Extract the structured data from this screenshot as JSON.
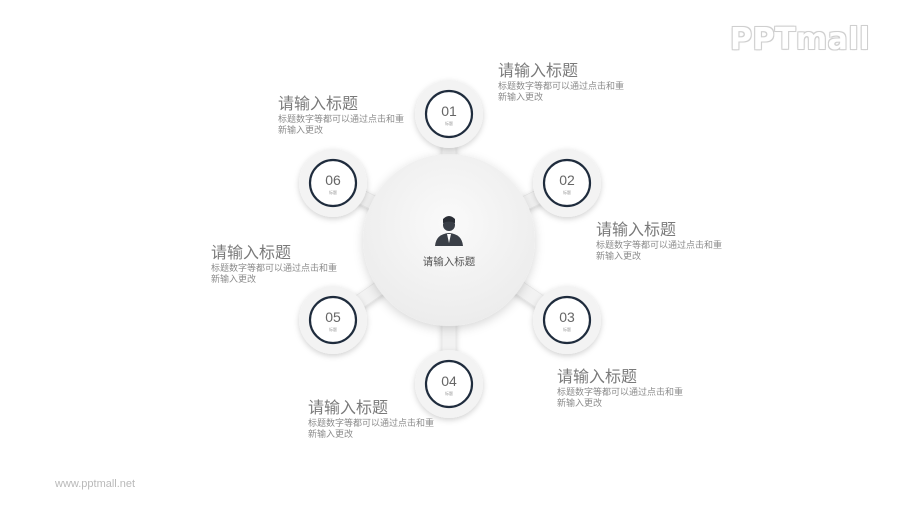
{
  "logo": "PPTmall",
  "footer_url": "www.pptmall.net",
  "center": {
    "title": "请输入标题",
    "icon": "user-avatar-icon"
  },
  "nodes": [
    {
      "num": "01",
      "sub": "标题",
      "title": "请输入标题",
      "desc": "标题数字等都可以通过点击和重新输入更改"
    },
    {
      "num": "02",
      "sub": "标题",
      "title": "请输入标题",
      "desc": "标题数字等都可以通过点击和重新输入更改"
    },
    {
      "num": "03",
      "sub": "标题",
      "title": "请输入标题",
      "desc": "标题数字等都可以通过点击和重新输入更改"
    },
    {
      "num": "04",
      "sub": "标题",
      "title": "请输入标题",
      "desc": "标题数字等都可以通过点击和重新输入更改"
    },
    {
      "num": "05",
      "sub": "标题",
      "title": "请输入标题",
      "desc": "标题数字等都可以通过点击和重新输入更改"
    },
    {
      "num": "06",
      "sub": "标题",
      "title": "请输入标题",
      "desc": "标题数字等都可以通过点击和重新输入更改"
    }
  ],
  "colors": {
    "ring": "#1f2c3d",
    "disc": "#f3f3f3",
    "text": "#7a7a7a"
  }
}
